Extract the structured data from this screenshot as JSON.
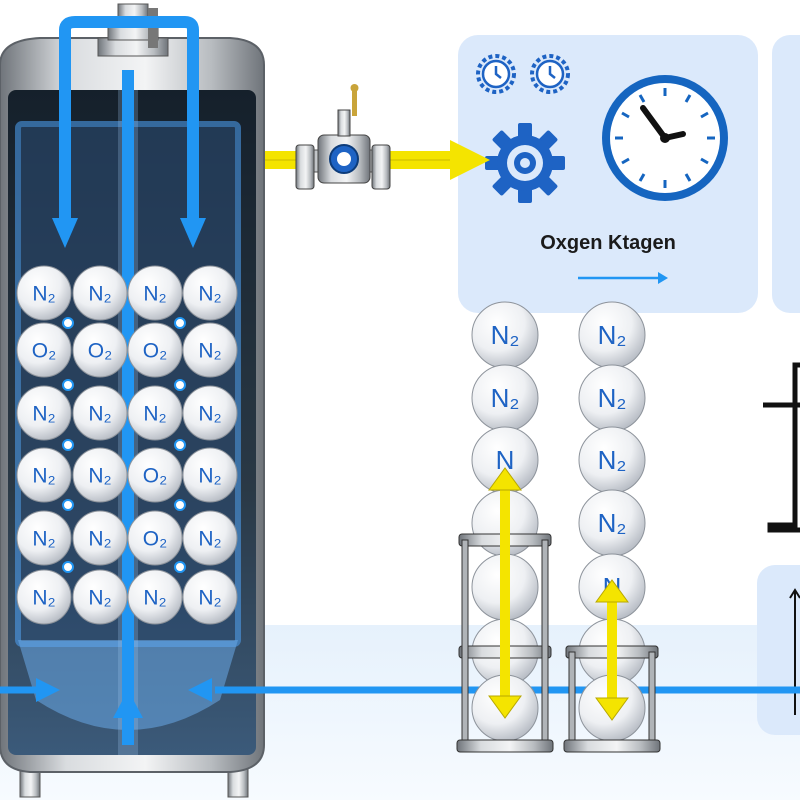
{
  "colors": {
    "flow_blue": "#2196f3",
    "flow_yellow": "#f4e400",
    "panel_bg": "#dbe9fb",
    "tank_steel": "#9a9ea3",
    "tank_inner": "#1f2a35",
    "clock_blue": "#1565c0",
    "molecule_text": "#1e63c4"
  },
  "panel": {
    "label": "Oxgen Ktagen"
  },
  "icons": [
    "gear-clock-icon",
    "gear-clock-icon",
    "gear-icon",
    "clock-icon",
    "arrow-right-icon",
    "valve-icon",
    "gauge-icon"
  ],
  "tank": {
    "rows": [
      [
        "N₂",
        "N₂",
        "N₂",
        "N₂"
      ],
      [
        "O₂",
        "O₂",
        "O₂",
        "N₂"
      ],
      [
        "N₂",
        "N₂",
        "N₂",
        "N₂"
      ],
      [
        "N₂",
        "N₂",
        "O₂",
        "N₂"
      ],
      [
        "N₂",
        "N₂",
        "O₂",
        "N₂"
      ],
      [
        "N₂",
        "N₂",
        "N₂",
        "N₂"
      ]
    ]
  },
  "columns": {
    "left": [
      "N₂",
      "N₂",
      "N",
      "",
      "",
      "",
      ""
    ],
    "right": [
      "N₂",
      "N₂",
      "N₂",
      "N₂",
      "N",
      "",
      ""
    ]
  }
}
